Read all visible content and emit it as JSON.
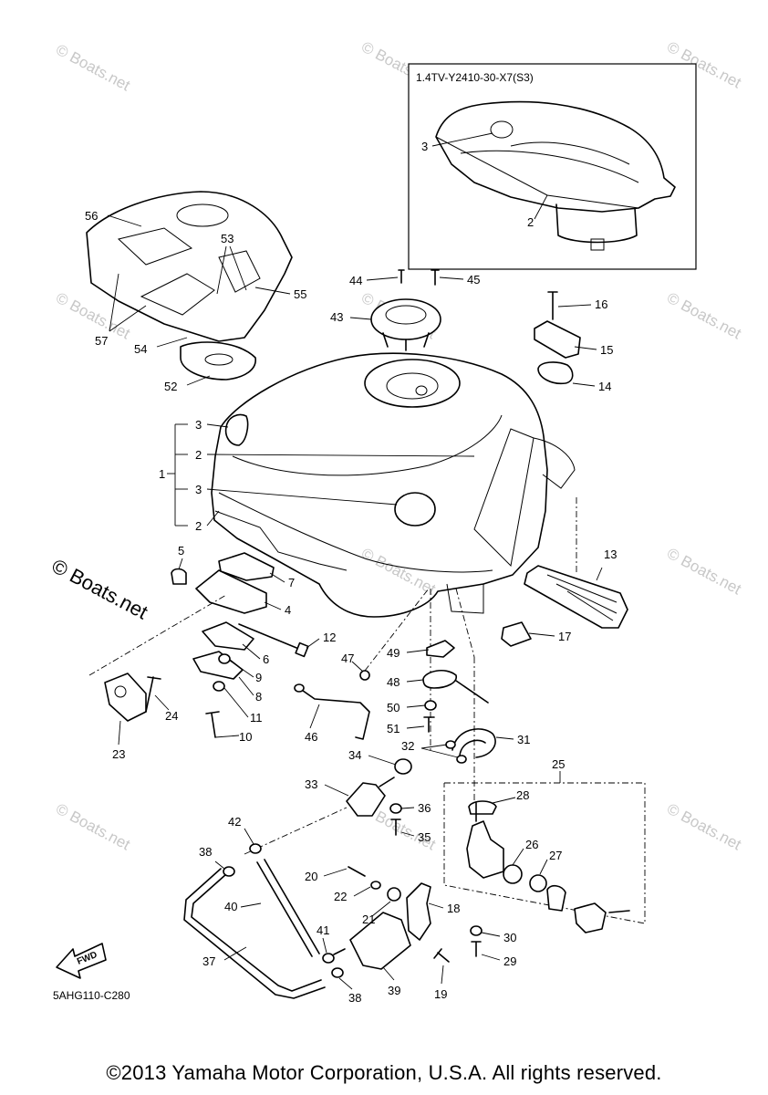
{
  "inset": {
    "title": "1.4TV-Y2410-30-X7(S3)",
    "labels": [
      "3",
      "2"
    ]
  },
  "diagram_code": "5AHG110-C280",
  "fwd_label": "FWD",
  "watermark": "© Boats.net",
  "watermark_small": "© Boats.net",
  "callouts": {
    "c1": "1",
    "c2a": "2",
    "c2b": "2",
    "c3a": "3",
    "c3b": "3",
    "c4": "4",
    "c5": "5",
    "c6": "6",
    "c7": "7",
    "c8": "8",
    "c9": "9",
    "c10": "10",
    "c11": "11",
    "c12": "12",
    "c13": "13",
    "c14": "14",
    "c15": "15",
    "c16": "16",
    "c17": "17",
    "c18": "18",
    "c19": "19",
    "c20": "20",
    "c21": "21",
    "c22": "22",
    "c23": "23",
    "c24": "24",
    "c25": "25",
    "c26": "26",
    "c27": "27",
    "c28": "28",
    "c29": "29",
    "c30": "30",
    "c31": "31",
    "c32": "32",
    "c33": "33",
    "c34": "34",
    "c35": "35",
    "c36": "36",
    "c37": "37",
    "c38a": "38",
    "c38b": "38",
    "c39": "39",
    "c40": "40",
    "c41": "41",
    "c42": "42",
    "c43": "43",
    "c44": "44",
    "c45": "45",
    "c46": "46",
    "c47": "47",
    "c48": "48",
    "c49": "49",
    "c50": "50",
    "c51": "51",
    "c52": "52",
    "c53": "53",
    "c54": "54",
    "c55": "55",
    "c56": "56",
    "c57": "57"
  },
  "copyright": "©2013 Yamaha Motor Corporation, U.S.A. All rights reserved."
}
